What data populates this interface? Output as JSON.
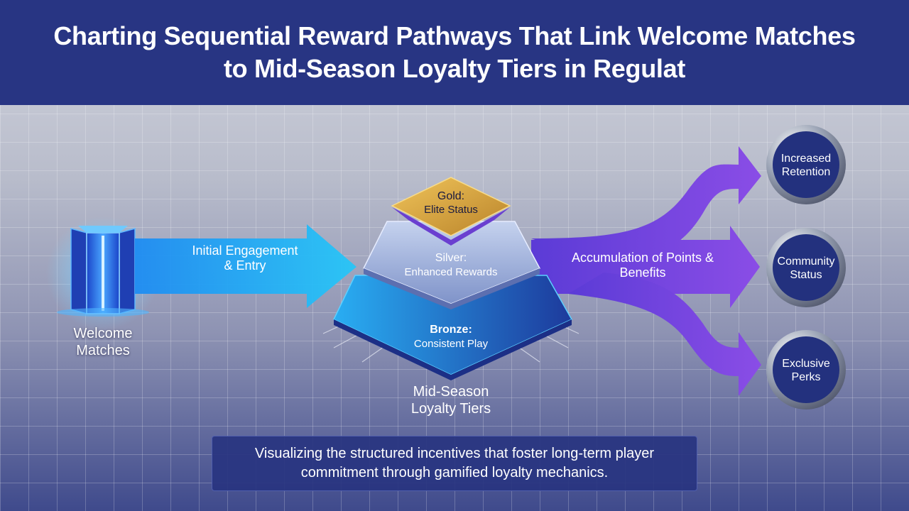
{
  "header": {
    "title": "Charting Sequential Reward Pathways That Link Welcome Matches to Mid-Season Loyalty Tiers in Regulat"
  },
  "diagram": {
    "start_label": "Welcome Matches",
    "entry_arrow_label": "Initial Engagement & Entry",
    "tiers": [
      {
        "name": "Gold:",
        "description": "Elite Status",
        "color": "#d6a23a"
      },
      {
        "name": "Silver:",
        "description": "Enhanced Rewards",
        "color": "#9fb3dc"
      },
      {
        "name": "Bronze:",
        "description": "Consistent Play",
        "color": "#2f6fe0"
      }
    ],
    "tiers_label": "Mid-Season Loyalty Tiers",
    "output_arrow_label": "Accumulation of Points & Benefits",
    "outcomes": [
      {
        "label": "Increased Retention"
      },
      {
        "label": "Community Status"
      },
      {
        "label": "Exclusive Perks"
      }
    ]
  },
  "caption": "Visualizing the structured incentives that foster long-term player commitment through gamified loyalty mechanics.",
  "colors": {
    "header_bg": "#283583",
    "cyan_arrow": "#22b8f5",
    "purple_arrow": "#7a45e0",
    "circle_fill": "#23317e",
    "caption_bg": "#283480"
  },
  "icons": [
    "door-icon"
  ]
}
